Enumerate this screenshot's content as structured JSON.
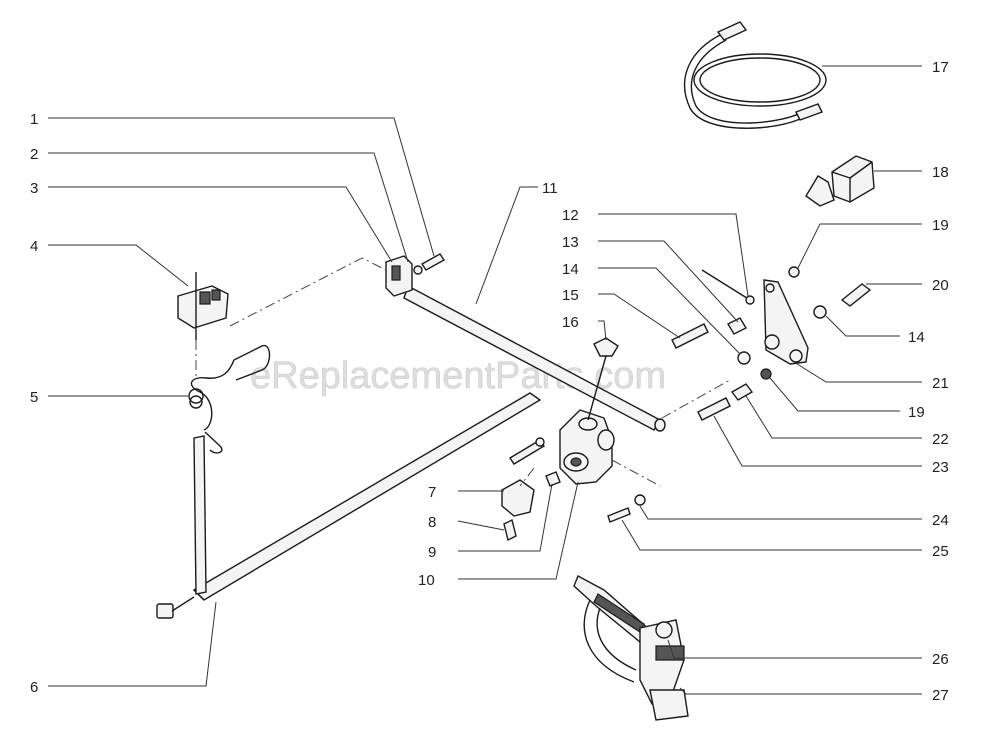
{
  "watermark": "eReplacementParts.com",
  "callouts": [
    "1",
    "2",
    "3",
    "4",
    "5",
    "6",
    "7",
    "8",
    "9",
    "10",
    "11",
    "12",
    "13",
    "14",
    "15",
    "16",
    "17",
    "18",
    "19",
    "20",
    "14",
    "21",
    "19",
    "22",
    "23",
    "24",
    "25",
    "26",
    "27"
  ]
}
